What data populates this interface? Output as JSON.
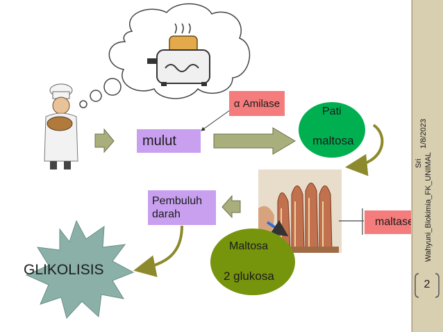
{
  "side": {
    "date": "1/8/2023",
    "author_line1": "Sri",
    "author_line2": "Wahyuni_Biokimia_FK_UNIMAL",
    "page_number": "2"
  },
  "nodes": {
    "amilase": "α Amilase",
    "mulut": "mulut",
    "pati": "Pati",
    "maltosa_top": "maltosa",
    "pembuluh": "Pembuluh",
    "darah": "darah",
    "maltase": "maltase",
    "maltosa": "Maltosa",
    "glukosa": "2 glukosa",
    "glikolisis": "GLIKOLISIS"
  },
  "colors": {
    "amilase_fill": "#f47c7c",
    "mulut_fill": "#c9a0f0",
    "green_fill": "#00b050",
    "olive_fill": "#76940c",
    "maltase_fill": "#f47c7c",
    "star_fill": "#8ab0a8",
    "arrow_fill": "#a8ae7c",
    "curve_arrow": "#8c8a2c",
    "sidebar": "#d8ceb0"
  },
  "icons": [
    "chef-icon",
    "toaster-icon",
    "thought-cloud-icon",
    "intestine-villi-icon"
  ]
}
